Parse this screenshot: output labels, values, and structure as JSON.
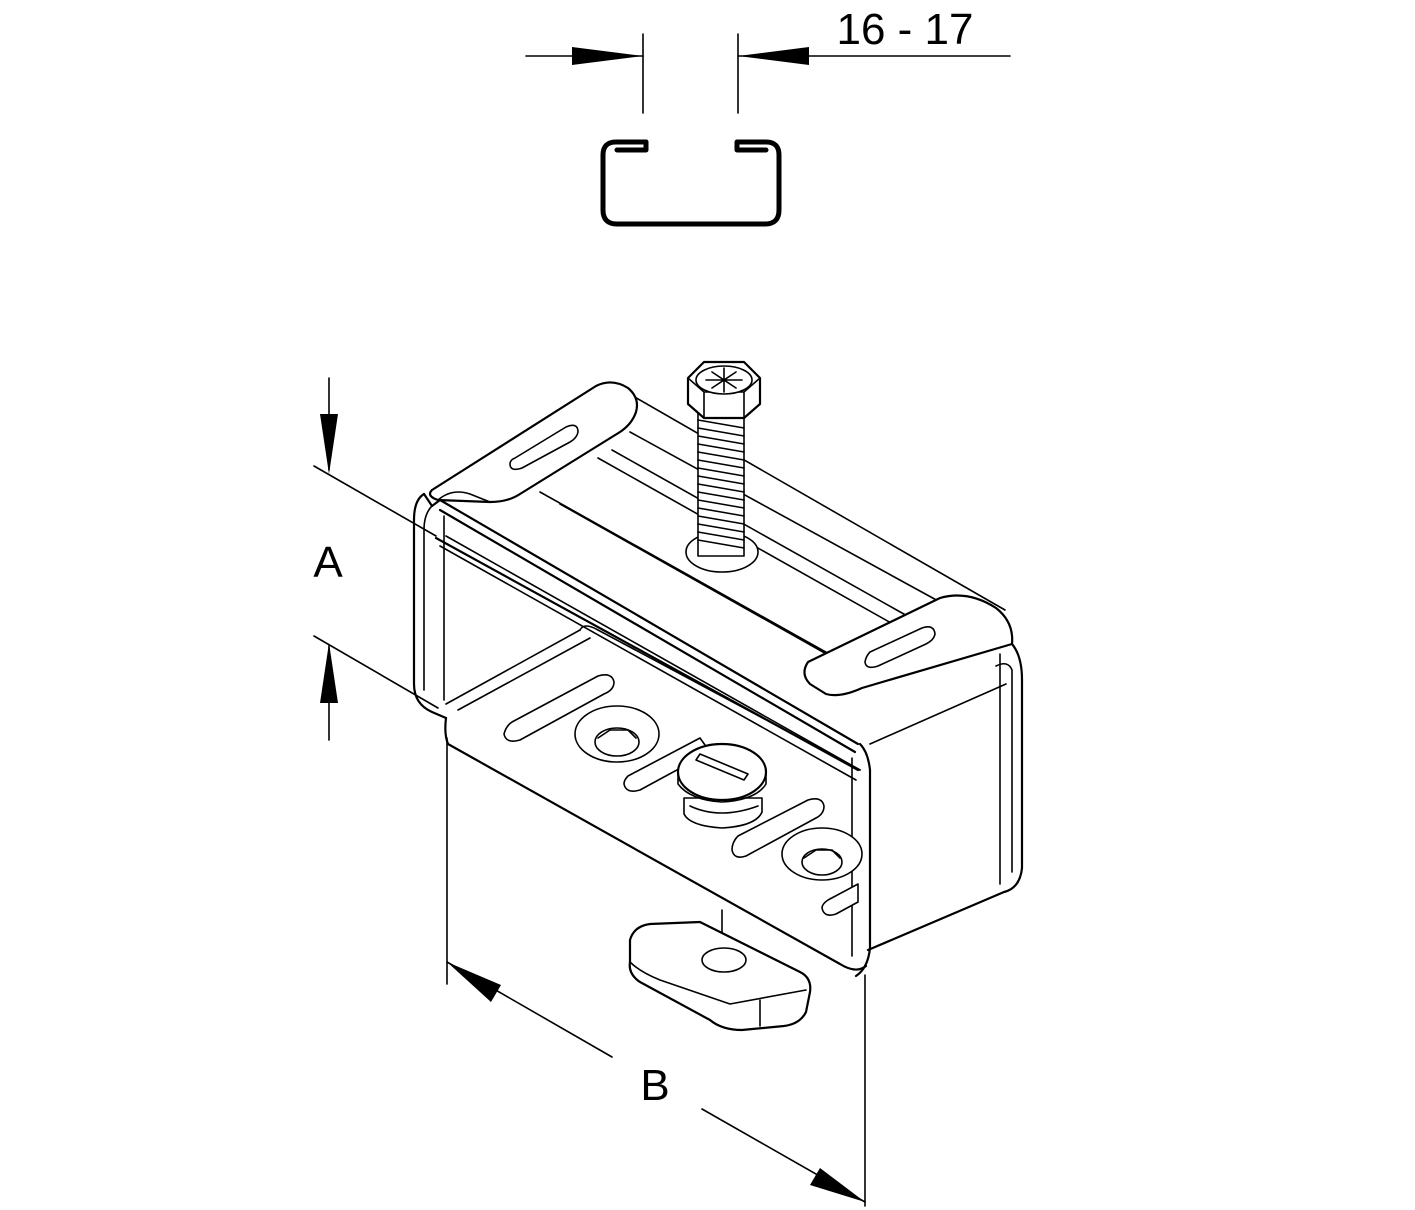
{
  "dimensions": {
    "slot_width": "16 - 17",
    "height_label": "A",
    "length_label": "B"
  }
}
